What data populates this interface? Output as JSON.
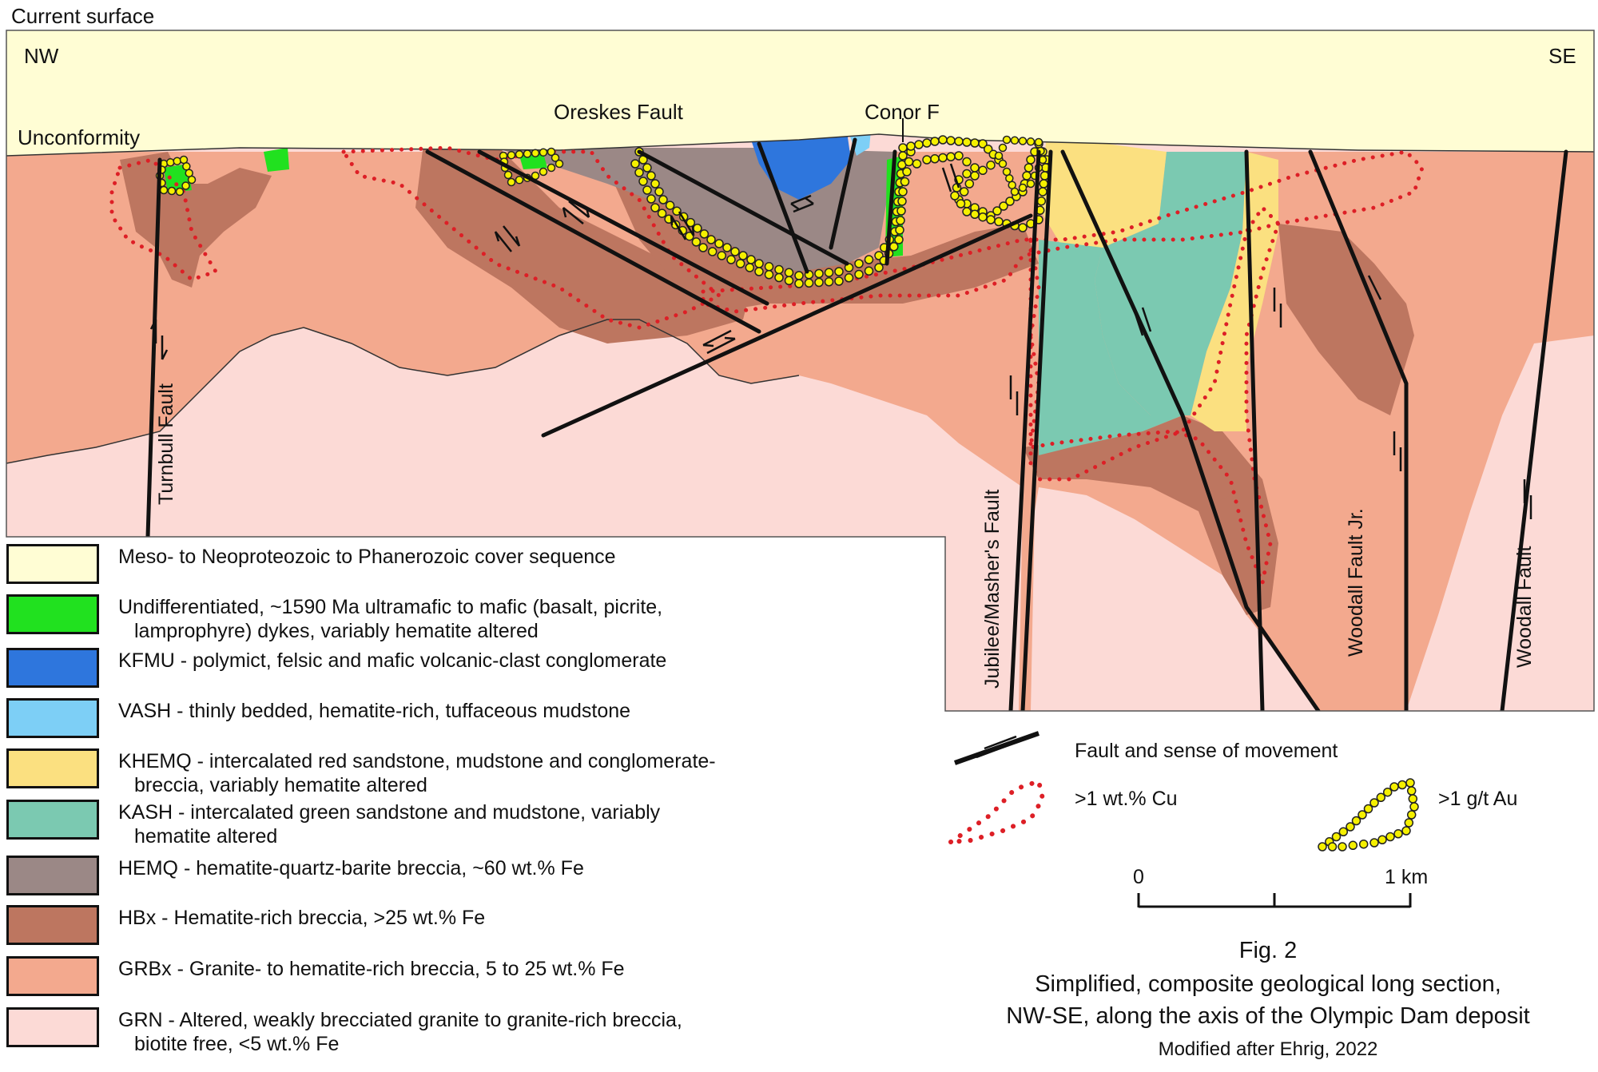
{
  "labels": {
    "current_surface": "Current surface",
    "nw": "NW",
    "se": "SE",
    "unconformity": "Unconformity",
    "oreskes_fault": "Oreskes Fault",
    "conor_f": "Conor F",
    "turnbull_fault": "Turnbull Fault",
    "jubilee_fault": "Jubilee/Masher's Fault",
    "woodall_fault_jr": "Woodall Fault Jr.",
    "woodall_fault": "Woodall Fault"
  },
  "colors": {
    "cover": "#fffdd4",
    "dyke": "#21e11f",
    "kfmu": "#2e76dd",
    "vash": "#7dcff6",
    "khemq": "#fbe080",
    "kash": "#7bc9b1",
    "hemq": "#9b8886",
    "hbx": "#bd7660",
    "grbx": "#f3a98e",
    "grn": "#fcdad6",
    "cu_dots": "#dd1f26",
    "au_dots": "#f5f000"
  },
  "legend": [
    {
      "key": "cover",
      "line1": "Meso- to Neoproteozoic to Phanerozoic cover sequence",
      "line2": ""
    },
    {
      "key": "dyke",
      "line1": "Undifferentiated, ~1590 Ma ultramafic to mafic (basalt, picrite,",
      "line2": "lamprophyre) dykes, variably hematite altered"
    },
    {
      "key": "kfmu",
      "line1": "KFMU - polymict, felsic and mafic volcanic-clast conglomerate",
      "line2": ""
    },
    {
      "key": "vash",
      "line1": "VASH - thinly bedded, hematite-rich, tuffaceous mudstone",
      "line2": ""
    },
    {
      "key": "khemq",
      "line1": "KHEMQ - intercalated red sandstone, mudstone and conglomerate-",
      "line2": "breccia, variably hematite altered"
    },
    {
      "key": "kash",
      "line1": "KASH - intercalated green sandstone and mudstone, variably",
      "line2": "hematite altered"
    },
    {
      "key": "hemq",
      "line1": "HEMQ - hematite-quartz-barite breccia, ~60 wt.% Fe",
      "line2": ""
    },
    {
      "key": "hbx",
      "line1": "HBx - Hematite-rich breccia, >25 wt.% Fe",
      "line2": ""
    },
    {
      "key": "grbx",
      "line1": "GRBx - Granite- to hematite-rich breccia, 5 to 25 wt.% Fe",
      "line2": ""
    },
    {
      "key": "grn",
      "line1": "GRN - Altered, weakly brecciated granite to granite-rich breccia,",
      "line2": "biotite free, <5 wt.% Fe"
    }
  ],
  "symbols": {
    "fault": "Fault and sense of movement",
    "cu": ">1 wt.% Cu",
    "au": ">1 g/t Au"
  },
  "scale": {
    "zero": "0",
    "one_km": "1 km"
  },
  "caption": {
    "fig": "Fig. 2",
    "line1": "Simplified, composite geological long section,",
    "line2": "NW-SE, along the axis of the Olympic Dam deposit",
    "credit": "Modified after Ehrig, 2022"
  }
}
